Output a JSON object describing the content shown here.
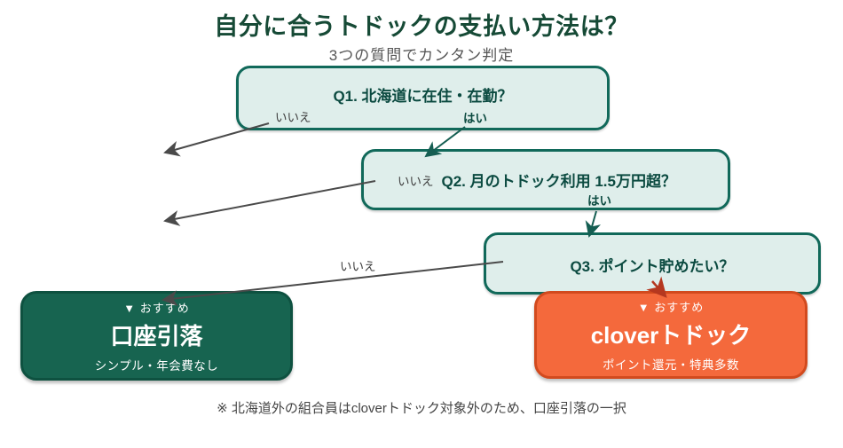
{
  "header": {
    "title": "自分に合うトドックの支払い方法は？",
    "subtitle": "3つの質問でカンタン判定"
  },
  "questions": {
    "q1": {
      "label": "Q1. 北海道に在住・在勤？",
      "no": "いいえ",
      "yes": "はい"
    },
    "q2": {
      "label": "Q2. 月のトドック利用 1.5万円超？",
      "no": "いいえ",
      "yes": "はい"
    },
    "q3": {
      "label": "Q3. ポイント貯めたい？",
      "no": "いいえ"
    }
  },
  "results": {
    "bank": {
      "badge": "▼ おすすめ",
      "title": "口座引落",
      "subtitle": "シンプル・年会費なし"
    },
    "clover": {
      "badge": "▼ おすすめ",
      "title": "cloverトドック",
      "subtitle": "ポイント還元・特典多数"
    }
  },
  "footer": {
    "note": "※ 北海道外の組合員はcloverトドック対象外のため、口座引落の一択"
  },
  "colors": {
    "title_green": "#164a36",
    "box_border_teal": "#11695a",
    "box_fill_light": "#dfeeeb",
    "question_text": "#0b4a40",
    "result_green": "#176450",
    "result_orange": "#f4693c",
    "result_orange_border": "#d24a1e",
    "arrow_gray": "#4a4a4a",
    "arrow_teal": "#155e52",
    "arrow_red": "#b5371f"
  }
}
